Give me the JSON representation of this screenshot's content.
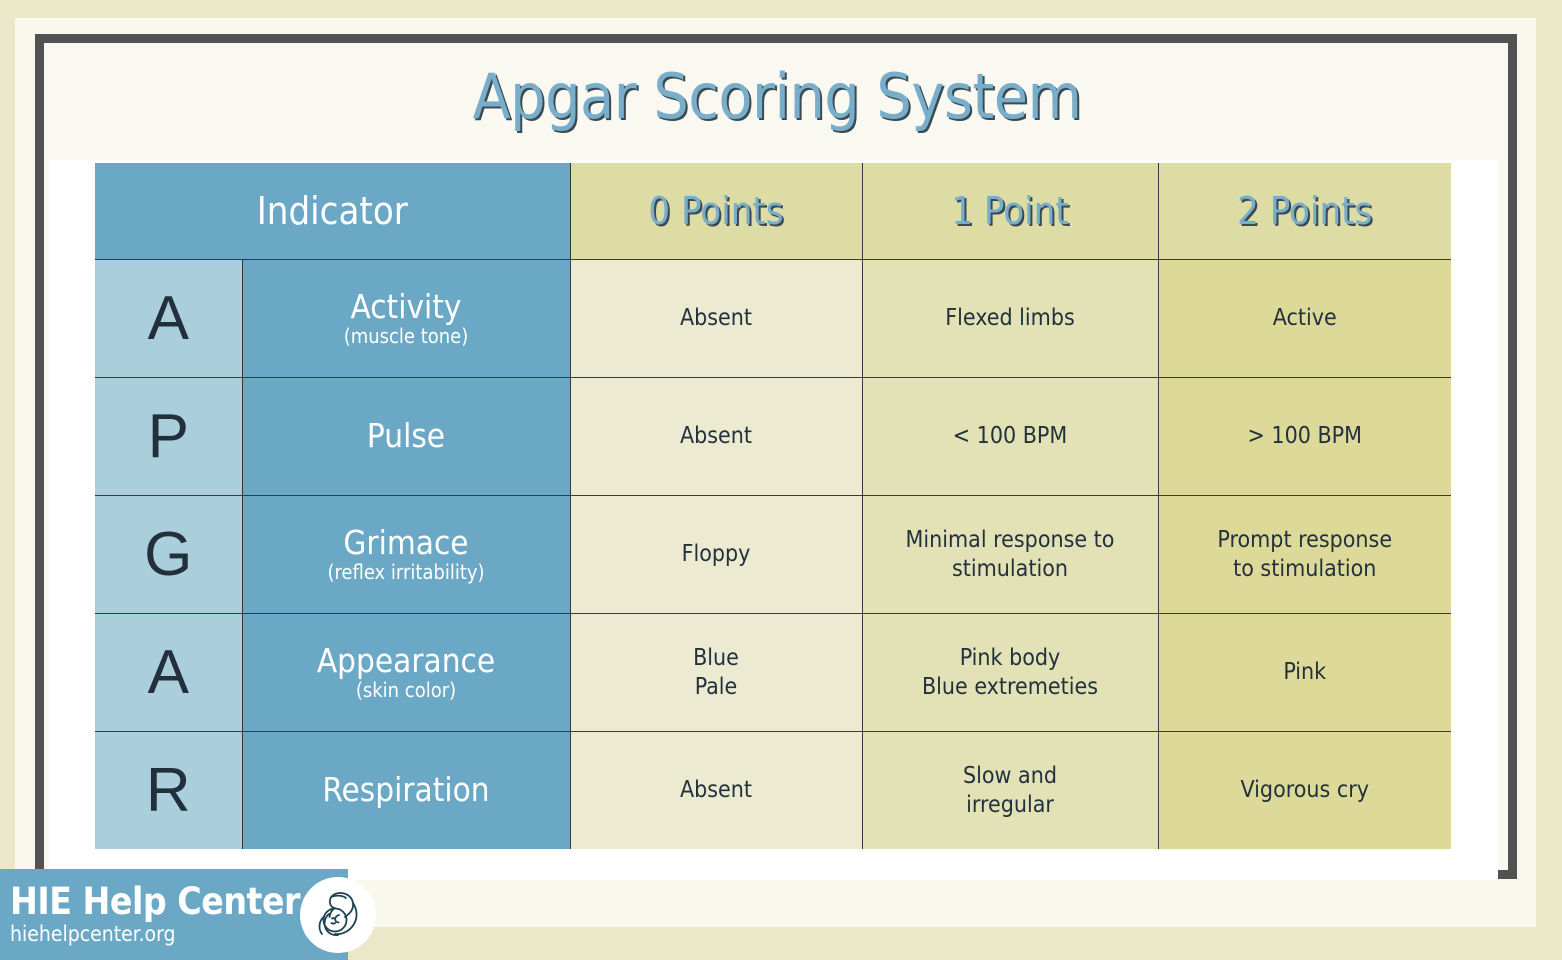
{
  "title": "Apgar Scoring System",
  "table": {
    "headers": {
      "indicator": "Indicator",
      "points": [
        "0 Points",
        "1 Point",
        "2 Points"
      ]
    },
    "rows": [
      {
        "letter": "A",
        "name": "Activity",
        "sub": "(muscle tone)",
        "p0": [
          "Absent"
        ],
        "p1": [
          "Flexed limbs"
        ],
        "p2": [
          "Active"
        ]
      },
      {
        "letter": "P",
        "name": "Pulse",
        "sub": "",
        "p0": [
          "Absent"
        ],
        "p1": [
          "< 100 BPM"
        ],
        "p2": [
          "> 100 BPM"
        ]
      },
      {
        "letter": "G",
        "name": "Grimace",
        "sub": "(reflex irritability)",
        "p0": [
          "Floppy"
        ],
        "p1": [
          "Minimal response to",
          "stimulation"
        ],
        "p2": [
          "Prompt response",
          "to stimulation"
        ]
      },
      {
        "letter": "A",
        "name": "Appearance",
        "sub": "(skin color)",
        "p0": [
          "Blue",
          "Pale"
        ],
        "p1": [
          "Pink body",
          "Blue extremeties"
        ],
        "p2": [
          "Pink"
        ]
      },
      {
        "letter": "R",
        "name": "Respiration",
        "sub": "",
        "p0": [
          "Absent"
        ],
        "p1": [
          "Slow and",
          "irregular"
        ],
        "p2": [
          "Vigorous cry"
        ]
      }
    ]
  },
  "logo": {
    "name": "HIE Help Center",
    "url": "hiehelpcenter.org",
    "icon": "mother-and-baby-icon"
  },
  "colors": {
    "page_background": "#EBE8C9",
    "panel": "#F8F8EF",
    "frame": "#525252",
    "blue_header": "#6BA8C6",
    "blue_light": "#ABCEDC",
    "title_blue": "#79AECB",
    "khaki_header": "#DEDCA5",
    "khaki_0": "#ECEBD1",
    "khaki_1": "#E3E1B6",
    "khaki_2": "#DDDA99",
    "text_dark": "#23313D"
  }
}
